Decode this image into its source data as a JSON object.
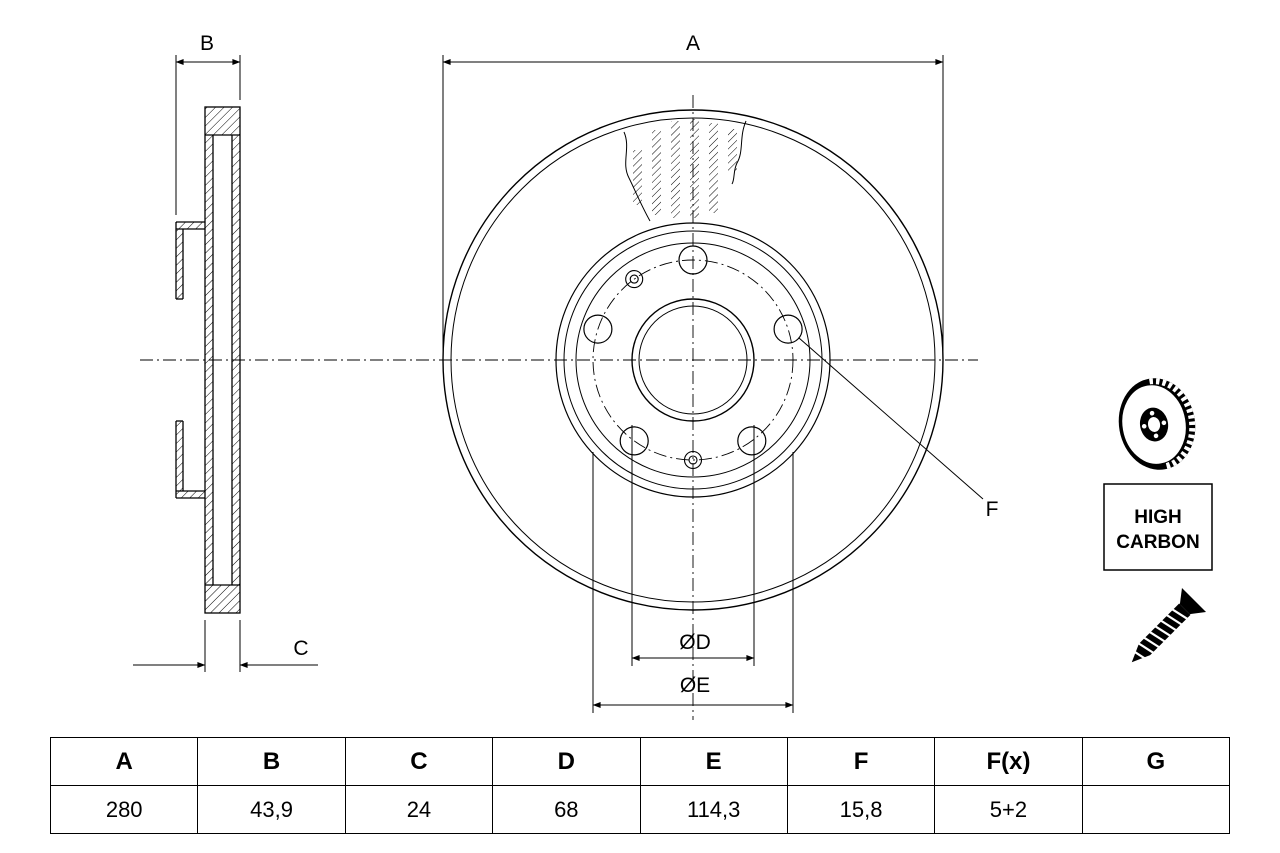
{
  "colors": {
    "line": "#000000",
    "background": "#ffffff"
  },
  "dimension_labels": {
    "a": "A",
    "b": "B",
    "c": "C",
    "d": "ØD",
    "e": "ØE",
    "f": "F"
  },
  "badge": {
    "line1": "HIGH",
    "line2": "CARBON"
  },
  "table": {
    "headers": [
      "A",
      "B",
      "C",
      "D",
      "E",
      "F",
      "F(x)",
      "G"
    ],
    "values": [
      "280",
      "43,9",
      "24",
      "68",
      "114,3",
      "15,8",
      "5+2",
      ""
    ]
  }
}
